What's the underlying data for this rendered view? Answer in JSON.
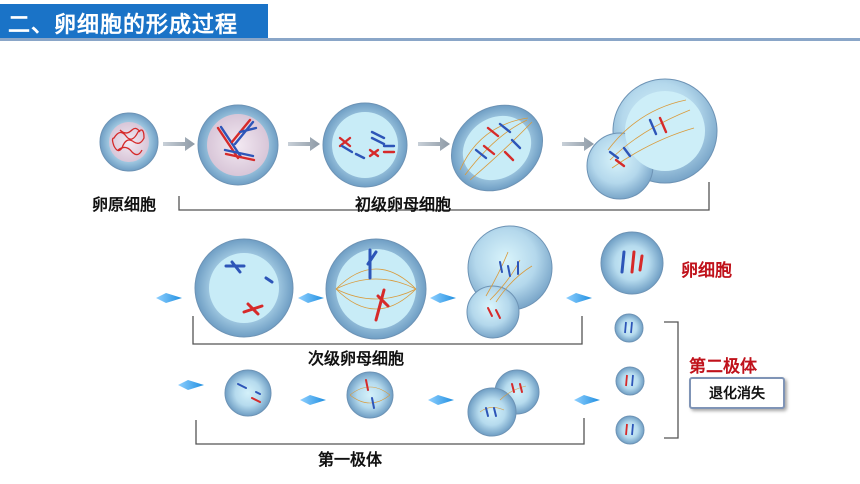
{
  "title": "二、卵细胞的形成过程",
  "labels": {
    "oogonium": "卵原细胞",
    "primary_oocyte": "初级卵母细胞",
    "secondary_oocyte": "次级卵母细胞",
    "first_polar_body": "第一极体",
    "egg_cell": "卵细胞",
    "second_polar_body": "第二极体",
    "degenerate": "退化消失"
  },
  "colors": {
    "title_bg": "#1a73c7",
    "title_line": "#8aa6c8",
    "label_red": "#c0121b",
    "cell_fill": "#a9cde6",
    "cell_core": "#cdeef8",
    "arrow_gray": "#9aa7b3",
    "arrow_blue": "#2f9be6",
    "chrom_red": "#d62a2a",
    "chrom_blue": "#2d55b8",
    "spindle": "#d99a3a"
  }
}
